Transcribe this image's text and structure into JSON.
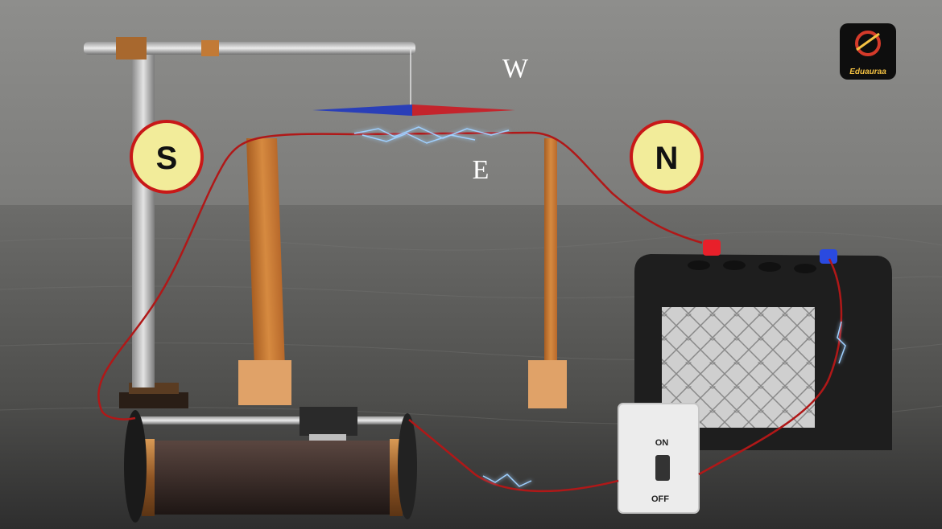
{
  "scene": {
    "labels": {
      "west": "W",
      "east": "E"
    },
    "poles": {
      "south": "S",
      "north": "N"
    },
    "switch": {
      "on": "ON",
      "off": "OFF"
    },
    "logo": {
      "text": "Eduauraa"
    },
    "colors": {
      "wall": "#8c8c8a",
      "floor": "#5e5e5c",
      "wire": "#b01818",
      "pole_badge": "#f2ec9a",
      "pole_ring": "#c81818",
      "needle_north": "#c4242c",
      "needle_south": "#2a3fb8",
      "wood": "#c8782f",
      "battery": "#1e1e1e",
      "spark": "#9fd0ff"
    }
  }
}
